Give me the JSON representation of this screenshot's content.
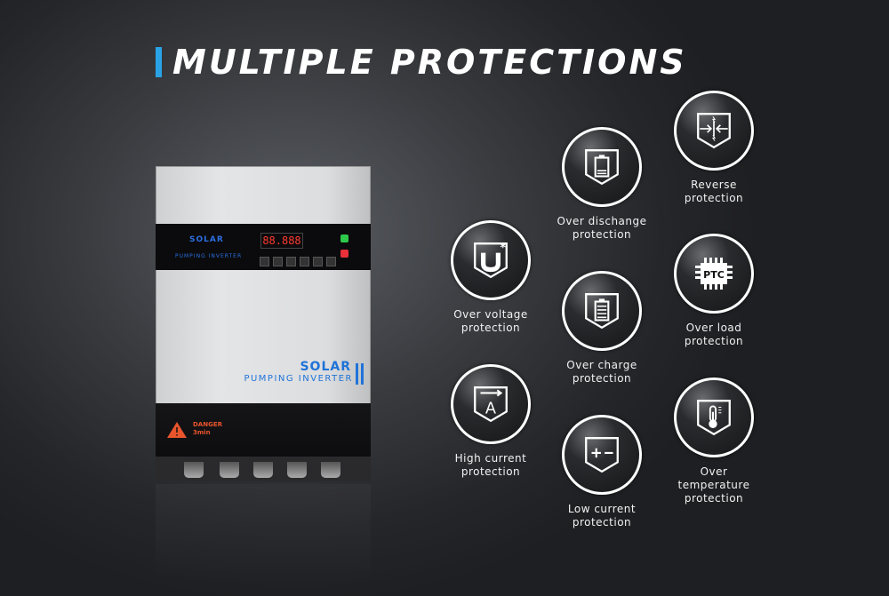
{
  "title": "MULTIPLE PROTECTIONS",
  "accent_color": "#2aa3e6",
  "device": {
    "panel_brand": "SOLAR",
    "panel_subtitle": "PUMPING INVERTER",
    "display": "88.888",
    "front_brand": "SOLAR",
    "front_subtitle": "PUMPING INVERTER",
    "warning_line1": "DANGER",
    "warning_line2": "3min"
  },
  "protections": [
    {
      "icon": "over-voltage-icon",
      "line1": "Over voltage",
      "line2": "protection"
    },
    {
      "icon": "high-current-icon",
      "line1": "High current",
      "line2": "protection"
    },
    {
      "icon": "over-discharge-icon",
      "line1": "Over dischange",
      "line2": "protection"
    },
    {
      "icon": "over-charge-icon",
      "line1": "Over charge",
      "line2": "protection"
    },
    {
      "icon": "low-current-icon",
      "line1": "Low current",
      "line2": "protection"
    },
    {
      "icon": "reverse-icon",
      "line1": "Reverse",
      "line2": "protection"
    },
    {
      "icon": "over-load-icon",
      "line1": "Over load",
      "line2": "protection",
      "glyph": "PTC"
    },
    {
      "icon": "over-temperature-icon",
      "line1": "Over",
      "line2": "temperature",
      "line3": "protection"
    }
  ]
}
